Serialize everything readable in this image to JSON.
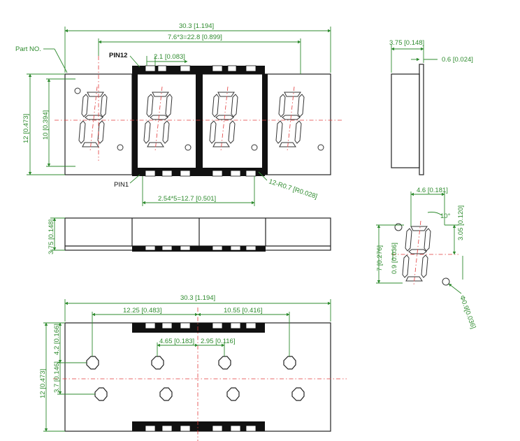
{
  "labels": {
    "part_no": "Part NO.",
    "pin12": "PIN12",
    "pin1": "PIN1"
  },
  "dims": {
    "top_width": "30.3 [1.194]",
    "pitch_digits": "7.6*3=22.8 [0.899]",
    "pin_width": "2.1 [0.083]",
    "height_total": "12 [0.473]",
    "digit_height": "10 [0.394]",
    "pin_pitch": "2.54*5=12.7 [0.501]",
    "corner_radius": "12-R0.7 [R0.028]",
    "side_depth": "3.75 [0.148]",
    "side_thin": "0.6 [0.024]",
    "mid_height": "3.75 [0.148]",
    "digit_w": "4.6 [0.181]",
    "slant": "10°",
    "seg_h": "3.05 [0.120]",
    "digit_total_h": "7 [0.276]",
    "seg_w": "0.9 [0.036]",
    "dp_dia": "Φ0.9[0.036]",
    "bottom_width": "30.3 [1.194]",
    "holes_left": "12.25 [0.483]",
    "holes_right": "10.55 [0.416]",
    "hole_a": "4.65 [0.183]",
    "hole_b": "2.95 [0.116]",
    "bottom_height": "12 [0.473]",
    "off_a": "4.2 [0.166]",
    "off_b": "3.7 [0.146]"
  },
  "colors": {
    "outline": "#222222",
    "dimension": "#2e8b2e",
    "centerline": "#e23b3b"
  }
}
